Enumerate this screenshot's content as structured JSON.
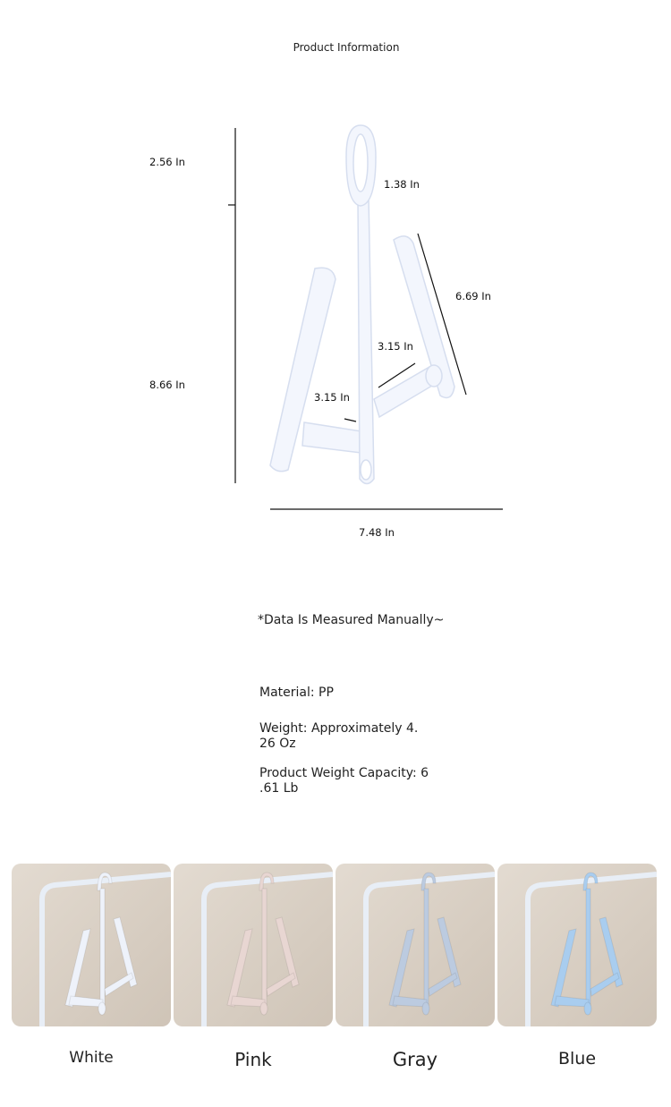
{
  "header": {
    "title": "Product Information"
  },
  "dimensions": {
    "top_height": "2.56 In",
    "loop_height": "1.38 In",
    "fin_length": "6.69 In",
    "bar_right": "3.15 In",
    "bar_left": "3.15 In",
    "body_height": "8.66 In",
    "width": "7.48 In"
  },
  "note": "*Data Is Measured Manually~",
  "specs": {
    "material": "Material: PP",
    "weight_line1": "Weight: Approximately 4.",
    "weight_line2": "26 Oz",
    "capacity_line1": "Product Weight Capacity: 6",
    "capacity_line2": ".61 Lb"
  },
  "colors": [
    {
      "label": "White",
      "hex": "#eef2fa"
    },
    {
      "label": "Pink",
      "hex": "#e8d6d2"
    },
    {
      "label": "Gray",
      "hex": "#bccbe0"
    },
    {
      "label": "Blue",
      "hex": "#a9cdef"
    }
  ]
}
